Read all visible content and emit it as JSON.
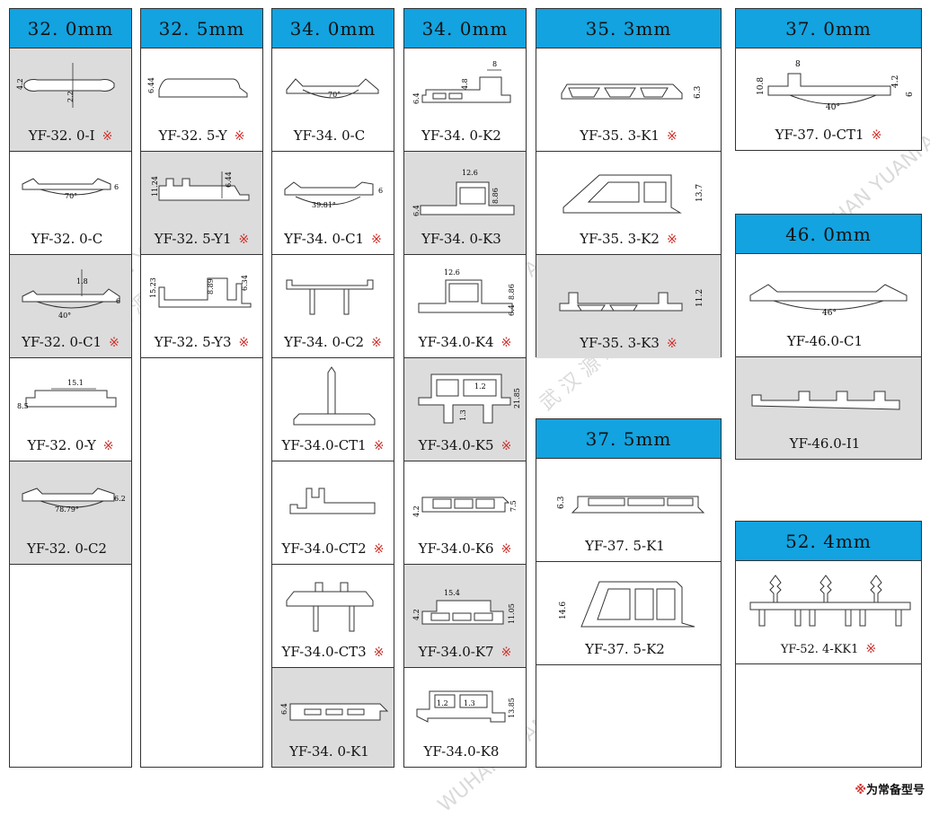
{
  "columns": [
    {
      "header": "32. 0mm",
      "items": [
        {
          "label": "YF-32. 0-I",
          "mark": "※",
          "dims": [
            "4.2",
            "2.2"
          ]
        },
        {
          "label": "YF-32. 0-C",
          "mark": "",
          "dims": [
            "70°",
            "6"
          ]
        },
        {
          "label": "YF-32. 0-C1",
          "mark": "※",
          "dims": [
            "1.8",
            "40°",
            "6"
          ]
        },
        {
          "label": "YF-32. 0-Y",
          "mark": "※",
          "dims": [
            "15.1",
            "8.5"
          ]
        },
        {
          "label": "YF-32. 0-C2",
          "mark": "",
          "dims": [
            "78.79°",
            "6.2"
          ]
        }
      ]
    },
    {
      "header": "32. 5mm",
      "items": [
        {
          "label": "YF-32. 5-Y",
          "mark": "※",
          "dims": [
            "6.44"
          ]
        },
        {
          "label": "YF-32. 5-Y1",
          "mark": "※",
          "dims": [
            "11.24",
            "6.44"
          ]
        },
        {
          "label": "YF-32. 5-Y3",
          "mark": "※",
          "dims": [
            "15.23",
            "8.89",
            "6.34"
          ]
        }
      ]
    },
    {
      "header": "34. 0mm",
      "items": [
        {
          "label": "YF-34. 0-C",
          "mark": "",
          "dims": [
            "70°"
          ]
        },
        {
          "label": "YF-34. 0-C1",
          "mark": "※",
          "dims": [
            "39.81°",
            "6"
          ]
        },
        {
          "label": "YF-34. 0-C2",
          "mark": "※",
          "dims": []
        },
        {
          "label": "YF-34.0-CT1",
          "mark": "※",
          "dims": []
        },
        {
          "label": "YF-34.0-CT2",
          "mark": "※",
          "dims": []
        },
        {
          "label": "YF-34.0-CT3",
          "mark": "※",
          "dims": []
        },
        {
          "label": "YF-34. 0-K1",
          "mark": "",
          "dims": [
            "6.4"
          ]
        }
      ]
    },
    {
      "header": "34. 0mm",
      "items": [
        {
          "label": "YF-34. 0-K2",
          "mark": "",
          "dims": [
            "8",
            "4.8",
            "6.4"
          ]
        },
        {
          "label": "YF-34. 0-K3",
          "mark": "",
          "dims": [
            "12.6",
            "8.86",
            "6.4"
          ]
        },
        {
          "label": "YF-34.0-K4",
          "mark": "※",
          "dims": [
            "12.6",
            "8.86",
            "6.4"
          ]
        },
        {
          "label": "YF-34.0-K5",
          "mark": "※",
          "dims": [
            "1.2",
            "21.85",
            "1.3"
          ]
        },
        {
          "label": "YF-34.0-K6",
          "mark": "※",
          "dims": [
            "4.2",
            "7.5"
          ]
        },
        {
          "label": "YF-34.0-K7",
          "mark": "※",
          "dims": [
            "15.4",
            "4.2",
            "11.05"
          ]
        },
        {
          "label": "YF-34.0-K8",
          "mark": "",
          "dims": [
            "1.2",
            "1.3",
            "13.85"
          ]
        }
      ]
    },
    {
      "header": "35. 3mm",
      "items": [
        {
          "label": "YF-35. 3-K1",
          "mark": "※",
          "dims": [
            "6.3"
          ]
        },
        {
          "label": "YF-35. 3-K2",
          "mark": "※",
          "dims": [
            "13.7"
          ]
        },
        {
          "label": "YF-35. 3-K3",
          "mark": "※",
          "dims": [
            "11.2"
          ]
        }
      ]
    },
    {
      "header": "37. 5mm",
      "items": [
        {
          "label": "YF-37. 5-K1",
          "mark": "",
          "dims": [
            "6.3"
          ]
        },
        {
          "label": "YF-37. 5-K2",
          "mark": "",
          "dims": [
            "14.6"
          ]
        }
      ]
    },
    {
      "header": "37. 0mm",
      "items": [
        {
          "label": "YF-37. 0-CT1",
          "mark": "※",
          "dims": [
            "8",
            "10.8",
            "4.2",
            "6",
            "40°"
          ]
        }
      ]
    },
    {
      "header": "46. 0mm",
      "items": [
        {
          "label": "YF-46.0-C1",
          "mark": "",
          "dims": [
            "46°"
          ]
        },
        {
          "label": "YF-46.0-I1",
          "mark": "",
          "dims": []
        }
      ]
    },
    {
      "header": "52. 4mm",
      "items": [
        {
          "label": "YF-52. 4-KK1",
          "mark": "※",
          "dims": []
        }
      ]
    }
  ],
  "footnote": {
    "mark": "※",
    "text": "为常备型号"
  },
  "watermark": {
    "cn": "武 汉 源 发",
    "en": "WUHAN YUANFA"
  },
  "colors": {
    "header": "#12a3e0",
    "gray": "#dcdcdc",
    "mark": "#d0302a"
  }
}
